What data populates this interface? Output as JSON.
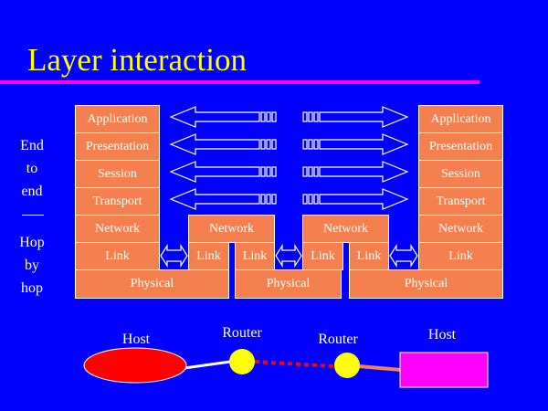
{
  "title": "Layer interaction",
  "side_labels": {
    "end_to_end": [
      "End",
      "to",
      "end"
    ],
    "hop_by_hop": [
      "Hop",
      "by",
      "hop"
    ]
  },
  "left_stack": [
    "Application",
    "Presentation",
    "Session",
    "Transport",
    "Network",
    "Link",
    "Physical"
  ],
  "router1": {
    "network": "Network",
    "link_left": "Link",
    "link_right": "Link",
    "physical": "Physical"
  },
  "router2": {
    "network": "Network",
    "link_left": "Link",
    "link_right": "Link",
    "physical": "Physical"
  },
  "right_stack": [
    "Application",
    "Presentation",
    "Session",
    "Transport",
    "Network",
    "Link",
    "Physical"
  ],
  "topology": {
    "host_left": "Host",
    "router1": "Router",
    "router2": "Router",
    "host_right": "Host"
  },
  "colors": {
    "background": "#0000ff",
    "title": "#ffff00",
    "rule": "#ff00ff",
    "layer": "#f4804f",
    "host_left": "#ff0000",
    "router": "#ffff00",
    "host_right": "#ff00ff"
  }
}
